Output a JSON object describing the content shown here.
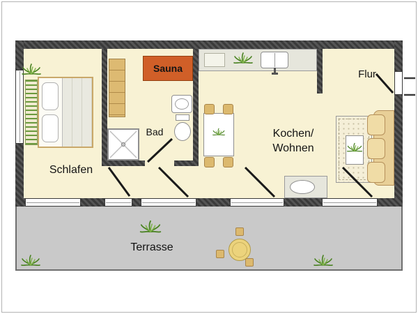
{
  "rooms": {
    "schlafen": {
      "label": "Schlafen"
    },
    "sauna": {
      "label": "Sauna"
    },
    "bad": {
      "label": "Bad"
    },
    "kochen_wohnen": {
      "line1": "Kochen/",
      "line2": "Wohnen"
    },
    "flur": {
      "label": "Flur"
    },
    "terrasse": {
      "label": "Terrasse"
    }
  },
  "colors": {
    "room_floor": "#f8f2d4",
    "sauna_fill": "#d05f28",
    "terrace_fill": "#c9c9c9",
    "wall_dark": "#3a3a3a",
    "furniture_tan": "#dcb96e",
    "sofa_tan": "#e8cf97",
    "plant_green": "#47801f",
    "label_text": "#141414"
  },
  "icons": {
    "plant": "plant-icon",
    "door_swing": "door-leaf-icon",
    "shower": "shower-icon",
    "toilet": "toilet-icon",
    "washbasin": "washbasin-icon",
    "kitchen_sink": "kitchen-sink-icon"
  }
}
